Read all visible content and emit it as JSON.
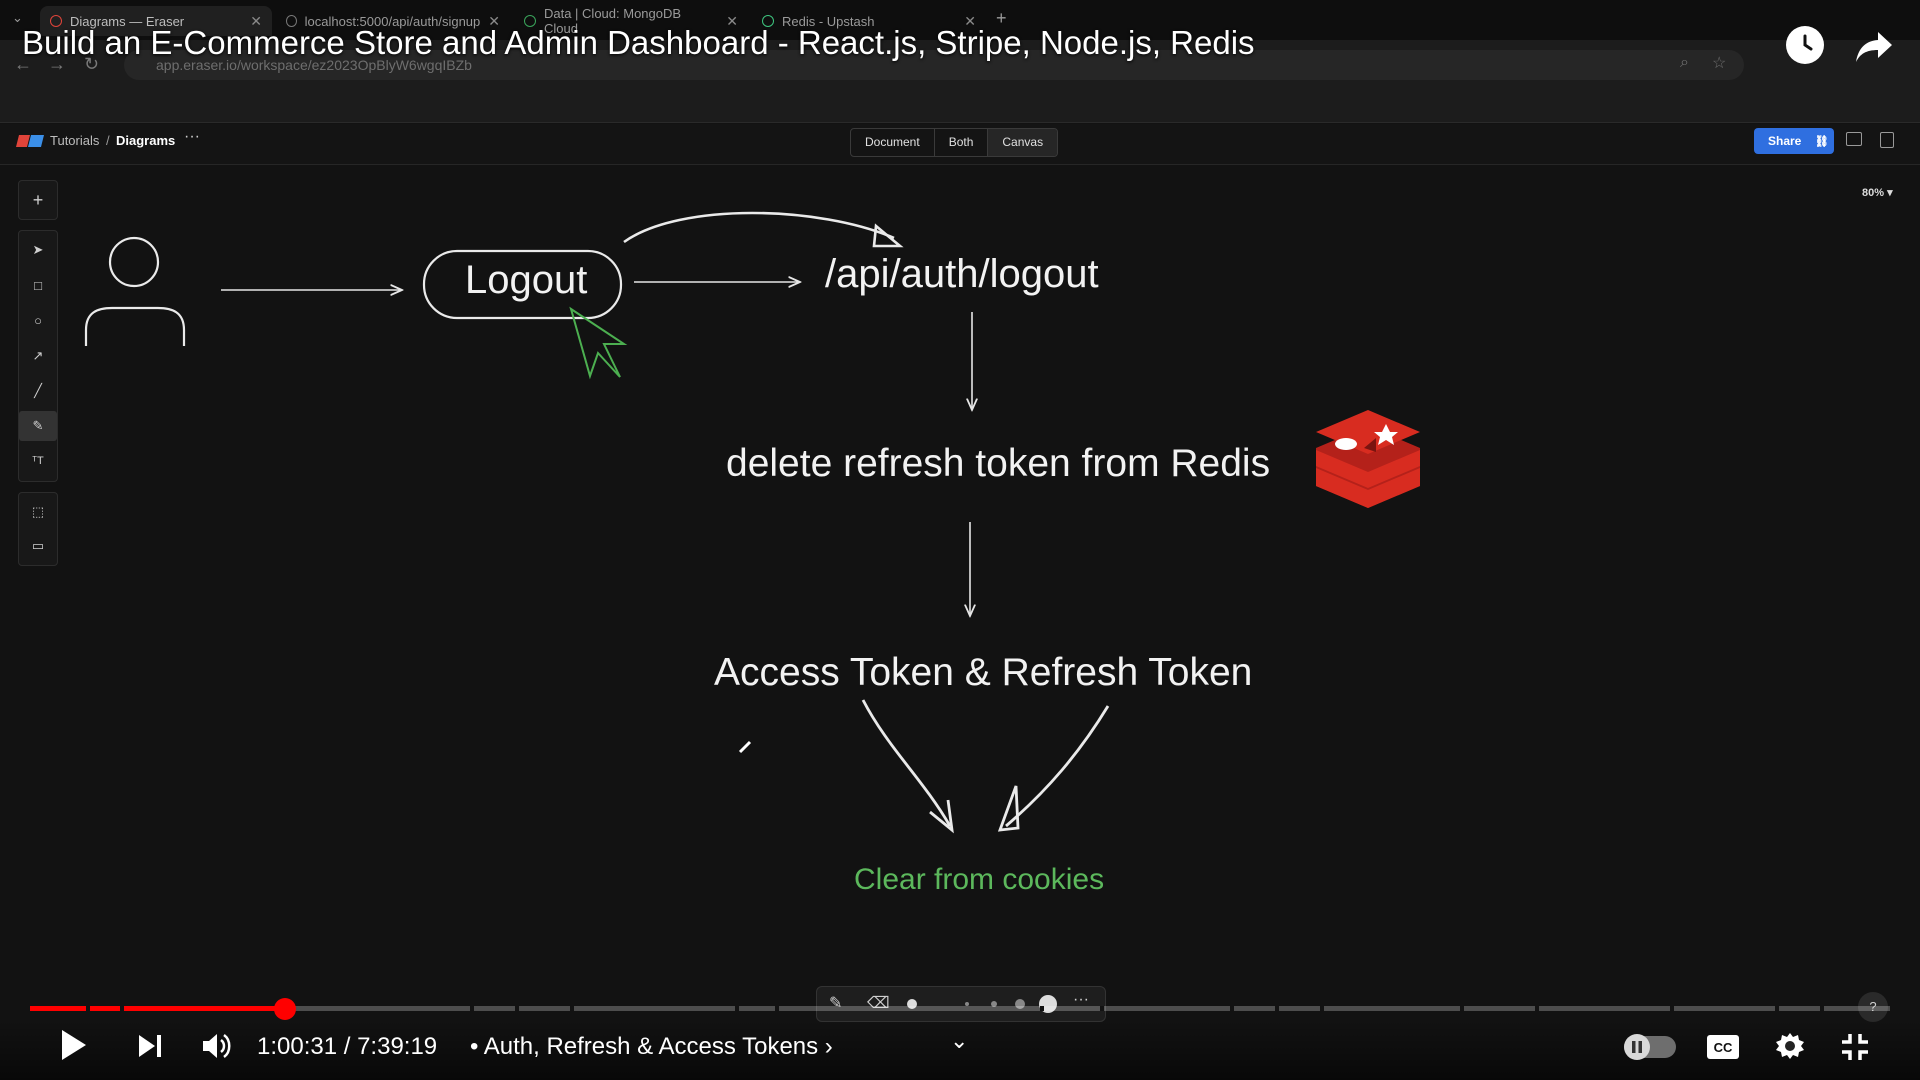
{
  "browser": {
    "tabs": [
      {
        "label": "Diagrams — Eraser",
        "active": true
      },
      {
        "label": "localhost:5000/api/auth/signup",
        "active": false
      },
      {
        "label": "Data | Cloud: MongoDB Cloud",
        "active": false
      },
      {
        "label": "Redis - Upstash",
        "active": false
      }
    ],
    "new_tab": "+",
    "url": "app.eraser.io/workspace/ez2023OpBlyW6wgqIBZb"
  },
  "video": {
    "title": "Build an E-Commerce Store and Admin Dashboard - React.js, Stripe, Node.js, Redis",
    "time": "1:00:31 / 7:39:19",
    "chapter": "• Auth, Refresh & Access Tokens ›",
    "progress": 0.137
  },
  "app": {
    "breadcrumb": {
      "parent": "Tutorials",
      "separator": "/",
      "current": "Diagrams",
      "more": "···"
    },
    "view_toggle": [
      "Document",
      "Both",
      "Canvas"
    ],
    "selected_view": "Canvas",
    "share_label": "Share",
    "zoom": "80% ▾",
    "help": "?"
  },
  "diagram": {
    "logout": "Logout",
    "endpoint": "/api/auth/logout",
    "step_delete": "delete refresh token from Redis",
    "step_tokens": "Access Token & Refresh Token",
    "step_clear": "Clear from cookies"
  },
  "colors": {
    "accent": "#2f6fe0",
    "progress": "#ff0000",
    "highlight_green": "#5cb85c",
    "redis_red": "#d82c20"
  }
}
